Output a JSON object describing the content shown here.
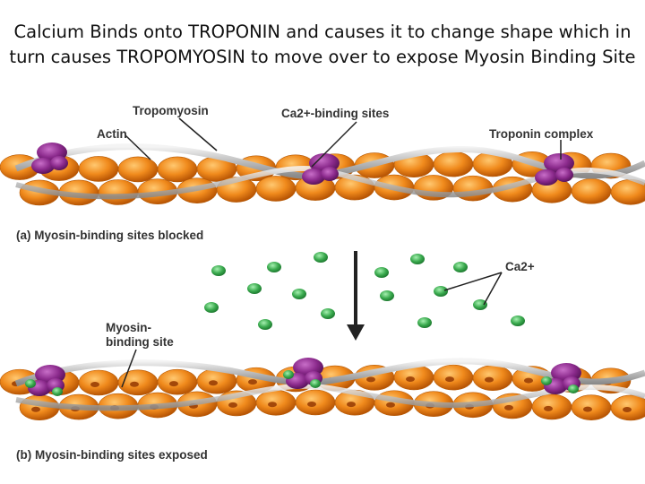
{
  "title": {
    "line1": "Calcium Binds onto TROPONIN and causes it to change shape which in",
    "line2": "turn causes TROPOMYOSIN to move over to expose Myosin Binding Site"
  },
  "labels": {
    "tropomyosin": "Tropomyosin",
    "ca_binding_sites": "Ca2+-binding sites",
    "actin": "Actin",
    "troponin_complex": "Troponin complex",
    "ca_ion": "Ca2+",
    "myosin_binding_site_1": "Myosin-",
    "myosin_binding_site_2": "binding site"
  },
  "captions": {
    "a": "(a) Myosin-binding sites blocked",
    "b": "(b) Myosin-binding sites exposed"
  },
  "colors": {
    "actin": "#f08a1c",
    "actin_dark": "#c85f08",
    "troponin": "#8b2a8c",
    "tropomyosin": "#bdbdbd",
    "calcium": "#3aaa4e",
    "arrow": "#222222"
  }
}
